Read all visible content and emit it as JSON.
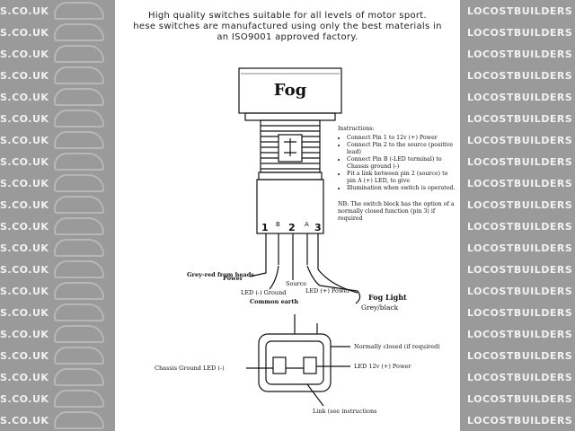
{
  "watermark": {
    "text_a": "S.CO.UK",
    "text_b": "LOCOSTBUILDERS",
    "text_c": "LOCOSTBUILDERS.CO.UK"
  },
  "heading": {
    "line1": "High quality switches suitable for all levels of motor sport.",
    "line2": "hese switches are manufactured using only the best materials in",
    "line3": "an ISO9001 approved factory."
  },
  "switch": {
    "cap_label": "Fog",
    "pins": [
      "1",
      "B",
      "2",
      "A",
      "3"
    ]
  },
  "instructions": {
    "title": "Instructions:",
    "items": [
      "Connect Pin 1 to 12v (+) Power",
      "Connect Pin 2 to the source (positive lead)",
      "Connect Pin B (-LED terminal) to Chassis ground (-)",
      "Fit a link between pin 2 (source) to pin A (+) LED, to give",
      "Illumination when switch is operated."
    ],
    "nb": "NB: The switch block has the option of a normally closed function (pin 3) if required"
  },
  "wiring_labels": {
    "grey_red": "Grey-red from heads",
    "power": "Power",
    "led_ground": "LED (-) Ground",
    "common_earth": "Common earth",
    "source": "Source",
    "led_power": "LED (+) Power",
    "fog_light": "Fog Light",
    "grey_black": "Grey/black"
  },
  "bottom_labels": {
    "normally_closed": "Normally closed (if required)",
    "chassis_ground": "Chassis Ground LED (-)",
    "led_12v": "LED 12v (+) Power",
    "link": "Link (see instructions"
  }
}
